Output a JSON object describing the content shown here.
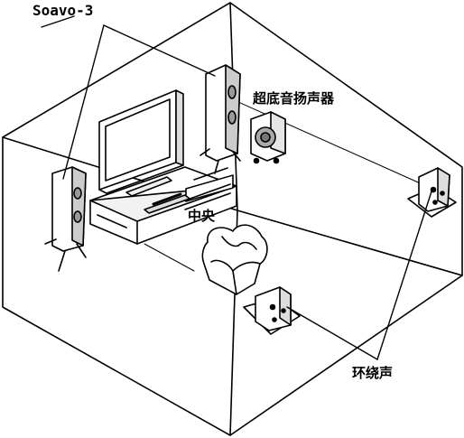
{
  "labels": {
    "front_speakers": "Soavo-3",
    "subwoofer": "超底音扬声器",
    "center": "中央",
    "surround": "环绕声"
  }
}
